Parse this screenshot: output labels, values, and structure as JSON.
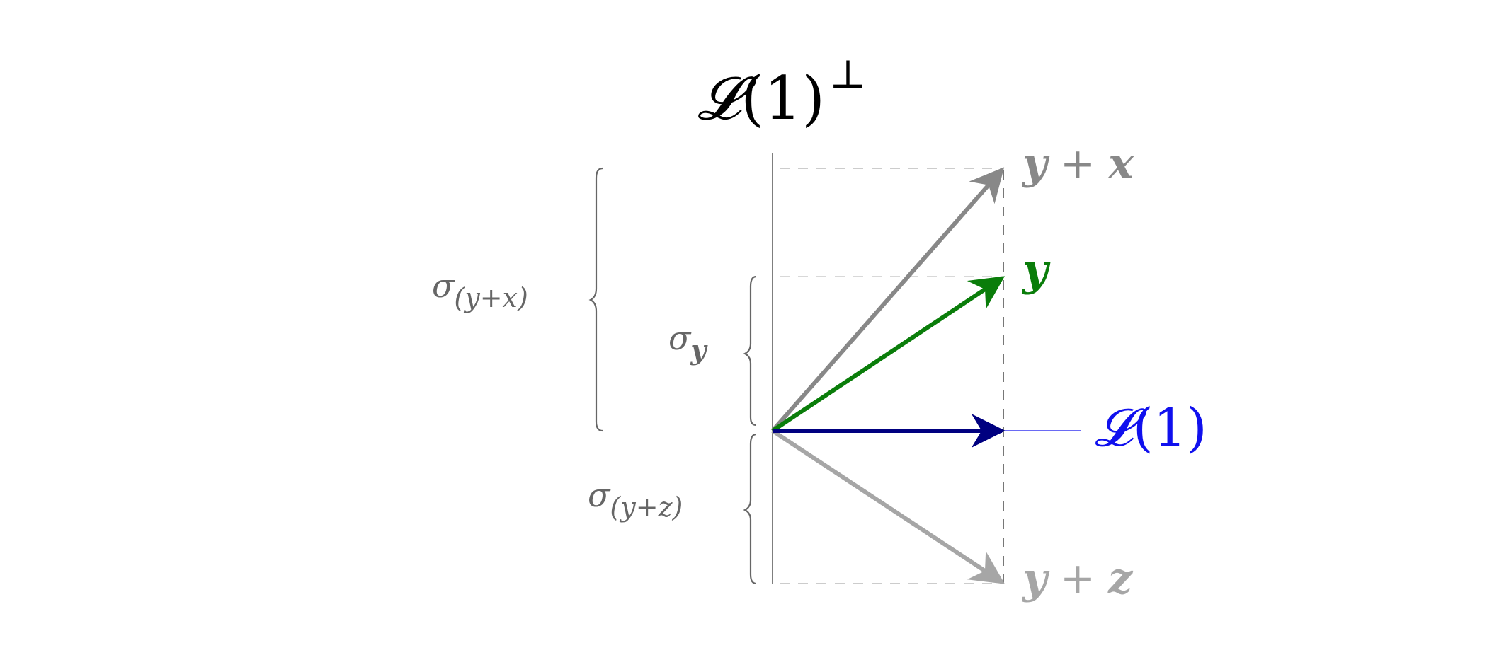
{
  "colors": {
    "axis": "#555555",
    "dashed": "#aaaaaa",
    "v_yx": "#888888",
    "v_y": "#0a7d0a",
    "v_L1": "#000080",
    "v_yz": "#a6a6a6",
    "L1_label": "#1010ee",
    "brace": "#666666"
  },
  "labels": {
    "perp_space": {
      "script": "𝓛",
      "arg": "(1)",
      "sup": "⊥"
    },
    "L1": {
      "script": "𝓛",
      "arg": "(1)"
    },
    "y_plus_x": {
      "a": "y",
      "op": "+",
      "b": "x"
    },
    "y": "y",
    "y_plus_z": {
      "a": "y",
      "op": "+",
      "b": "z"
    },
    "sigma_yx": {
      "sym": "σ",
      "sub": "(y+x)"
    },
    "sigma_y": {
      "sym": "σ",
      "sub": "y"
    },
    "sigma_yz": {
      "sym": "σ",
      "sub": "(y+z)"
    }
  },
  "icons": {
    "arrowhead": "arrow-tip-icon",
    "brace": "curly-brace-icon"
  }
}
